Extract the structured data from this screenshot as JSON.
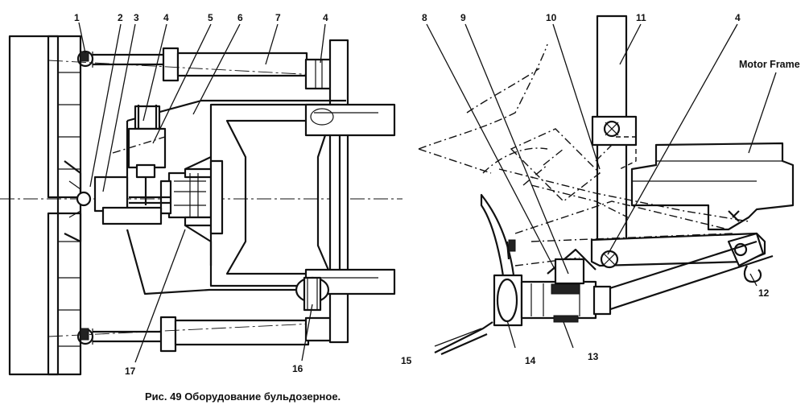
{
  "caption": "Рис. 49  Оборудование бульдозерное.",
  "callouts": {
    "n1": "1",
    "n2": "2",
    "n3": "3",
    "n4a": "4",
    "n5": "5",
    "n6": "6",
    "n7": "7",
    "n4b": "4",
    "n16": "16",
    "n17": "17",
    "n8": "8",
    "n9": "9",
    "n10": "10",
    "n11": "11",
    "n4c": "4",
    "n12": "12",
    "n13": "13",
    "n14": "14",
    "n15": "15"
  },
  "motor_frame_label": "Motor Frame"
}
